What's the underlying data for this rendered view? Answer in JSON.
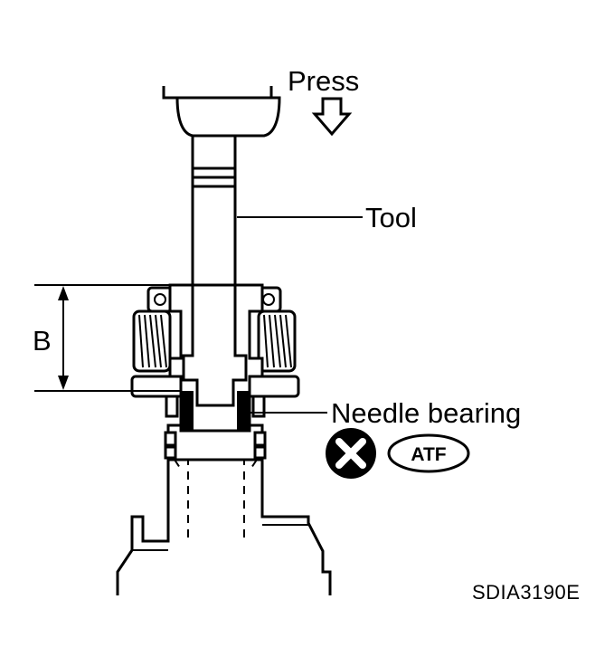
{
  "labels": {
    "press": "Press",
    "tool": "Tool",
    "dimension_b": "B",
    "needle_bearing": "Needle bearing",
    "atf_badge": "ATF",
    "figure_code": "SDIA3190E"
  },
  "icons": {
    "arrow": "down-arrow-icon",
    "prohibition": "x-circle-icon"
  },
  "colors": {
    "ink": "#000000",
    "paper": "#ffffff"
  }
}
